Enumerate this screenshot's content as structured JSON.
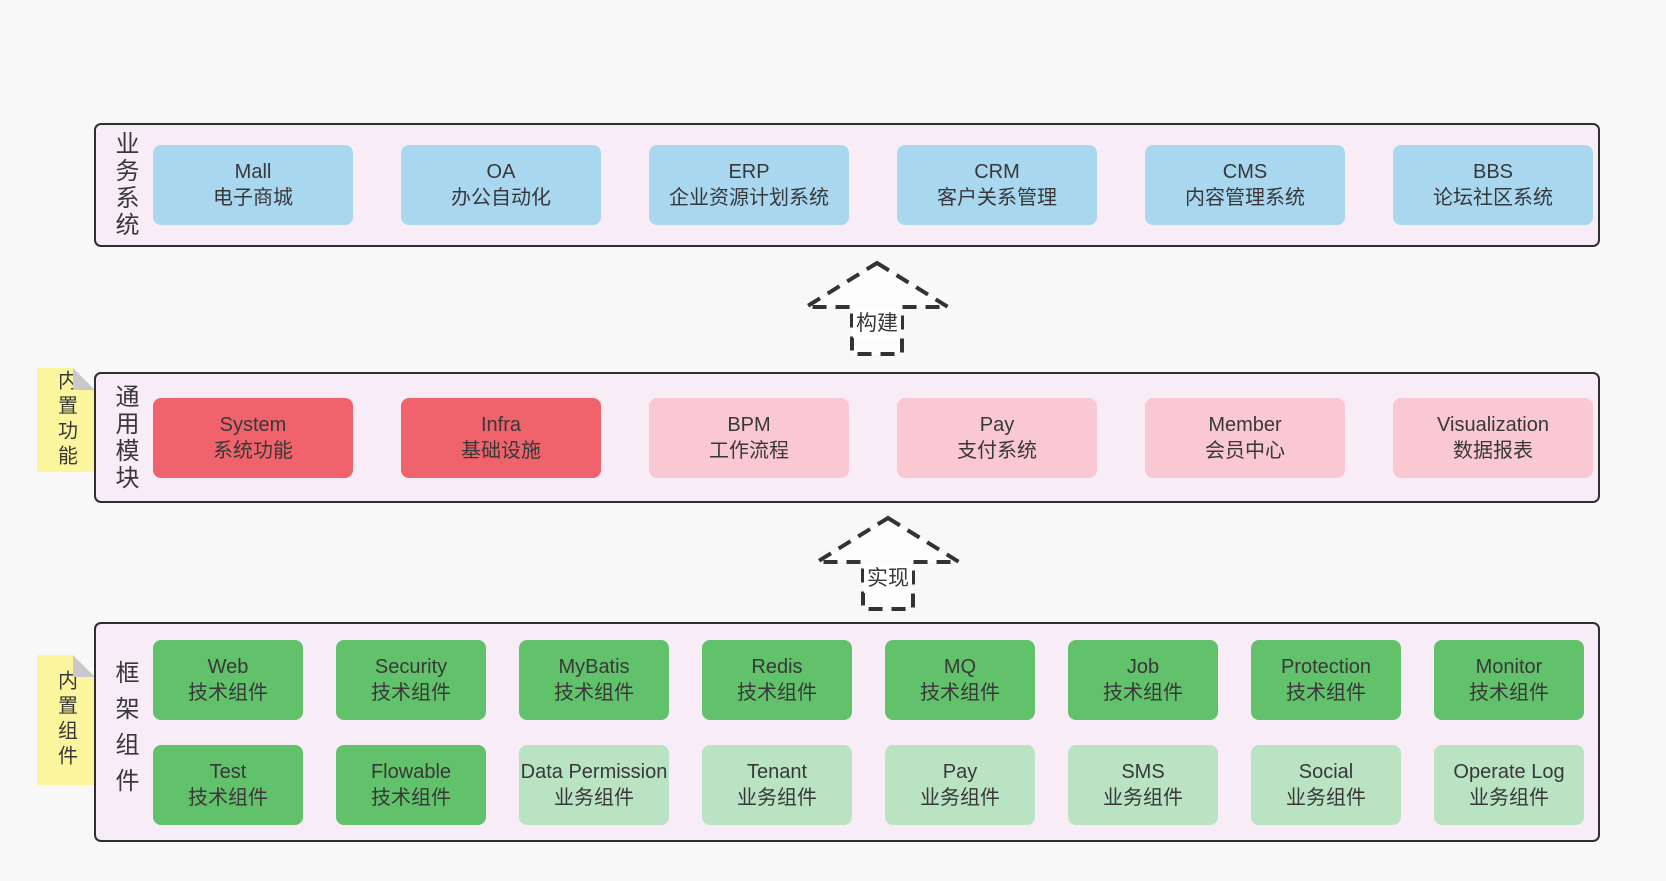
{
  "palette": {
    "page_bg": "#f8f8f8",
    "container_bg": "#f8edf7",
    "container_border": "#2f2f2f",
    "blue": "#a9d7f0",
    "red": "#f0636c",
    "pink": "#f9c8d3",
    "green": "#62c26b",
    "lightgreen": "#b9e3c3",
    "sticky_bg": "#fbf69e",
    "sticky_fold": "#c9c9c9",
    "text": "#383838",
    "arrow_stroke": "#333333",
    "label_bg": "#ffffff"
  },
  "sections": [
    {
      "id": "business-systems",
      "label": "业务系统",
      "sticky": null,
      "rows": [
        [
          {
            "name": "Mall",
            "desc": "电子商城",
            "variant": "blue"
          },
          {
            "name": "OA",
            "desc": "办公自动化",
            "variant": "blue"
          },
          {
            "name": "ERP",
            "desc": "企业资源计划系统",
            "variant": "blue"
          },
          {
            "name": "CRM",
            "desc": "客户关系管理",
            "variant": "blue"
          },
          {
            "name": "CMS",
            "desc": "内容管理系统",
            "variant": "blue"
          },
          {
            "name": "BBS",
            "desc": "论坛社区系统",
            "variant": "blue"
          }
        ]
      ]
    },
    {
      "id": "common-modules",
      "label": "通用模块",
      "sticky": "内置功能",
      "rows": [
        [
          {
            "name": "System",
            "desc": "系统功能",
            "variant": "red"
          },
          {
            "name": "Infra",
            "desc": "基础设施",
            "variant": "red"
          },
          {
            "name": "BPM",
            "desc": "工作流程",
            "variant": "pink"
          },
          {
            "name": "Pay",
            "desc": "支付系统",
            "variant": "pink"
          },
          {
            "name": "Member",
            "desc": "会员中心",
            "variant": "pink"
          },
          {
            "name": "Visualization",
            "desc": "数据报表",
            "variant": "pink"
          }
        ]
      ]
    },
    {
      "id": "framework-components",
      "label": "框架组件",
      "sticky": "内置组件",
      "rows": [
        [
          {
            "name": "Web",
            "desc": "技术组件",
            "variant": "green"
          },
          {
            "name": "Security",
            "desc": "技术组件",
            "variant": "green"
          },
          {
            "name": "MyBatis",
            "desc": "技术组件",
            "variant": "green"
          },
          {
            "name": "Redis",
            "desc": "技术组件",
            "variant": "green"
          },
          {
            "name": "MQ",
            "desc": "技术组件",
            "variant": "green"
          },
          {
            "name": "Job",
            "desc": "技术组件",
            "variant": "green"
          },
          {
            "name": "Protection",
            "desc": "技术组件",
            "variant": "green"
          },
          {
            "name": "Monitor",
            "desc": "技术组件",
            "variant": "green"
          }
        ],
        [
          {
            "name": "Test",
            "desc": "技术组件",
            "variant": "green"
          },
          {
            "name": "Flowable",
            "desc": "技术组件",
            "variant": "green"
          },
          {
            "name": "Data Permission",
            "desc": "业务组件",
            "variant": "lightgreen"
          },
          {
            "name": "Tenant",
            "desc": "业务组件",
            "variant": "lightgreen"
          },
          {
            "name": "Pay",
            "desc": "业务组件",
            "variant": "lightgreen"
          },
          {
            "name": "SMS",
            "desc": "业务组件",
            "variant": "lightgreen"
          },
          {
            "name": "Social",
            "desc": "业务组件",
            "variant": "lightgreen"
          },
          {
            "name": "Operate Log",
            "desc": "业务组件",
            "variant": "lightgreen"
          }
        ]
      ]
    }
  ],
  "arrows": [
    {
      "label": "构建"
    },
    {
      "label": "实现"
    }
  ]
}
